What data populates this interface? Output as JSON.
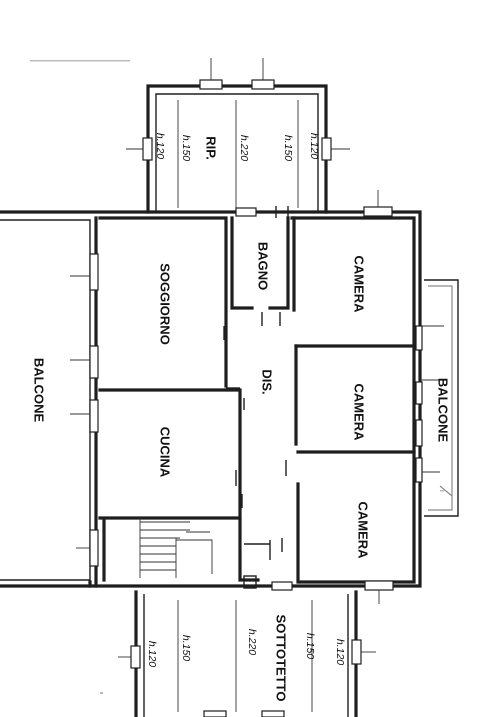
{
  "rooms": {
    "rip": "RIP.",
    "bagno": "BAGNO",
    "soggiorno": "SOGGIORNO",
    "cucina": "CUCINA",
    "dis": "DIS.",
    "camera_1": "CAMERA",
    "camera_2": "CAMERA",
    "camera_3": "CAMERA",
    "balcone_left": "BALCONE",
    "balcone_right": "BALCONE",
    "sottotetto": "SOTTOTETTO"
  },
  "heights_top": [
    "h.120",
    "h.150",
    "h.220",
    "h.150",
    "h.120"
  ],
  "heights_bottom": [
    "h.120",
    "h.150",
    "h.220",
    "h.150",
    "h.120"
  ]
}
